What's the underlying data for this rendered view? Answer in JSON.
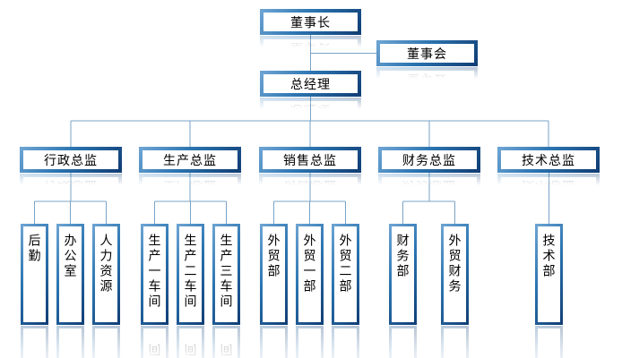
{
  "diagram": {
    "type": "org-chart",
    "nodes": {
      "chairman": "董事长",
      "board": "董事会",
      "general_manager": "总经理"
    },
    "directors": [
      {
        "label": "行政总监",
        "children": [
          "后勤",
          "办公室",
          "人力资源"
        ]
      },
      {
        "label": "生产总监",
        "children": [
          "生产一车间",
          "生产二车间",
          "生产三车间"
        ]
      },
      {
        "label": "销售总监",
        "children": [
          "外贸部",
          "外贸一部",
          "外贸二部"
        ]
      },
      {
        "label": "财务总监",
        "children": [
          "财务部",
          "外贸财务"
        ]
      },
      {
        "label": "技术总监",
        "children": [
          "技术部"
        ]
      }
    ],
    "colors": {
      "border_gradient_start": "#6ba3d2",
      "border_gradient_mid": "#2b74b0",
      "border_gradient_end": "#113f76",
      "connector": "#7aa3c7",
      "text": "#000000",
      "background": "#ffffff"
    }
  }
}
